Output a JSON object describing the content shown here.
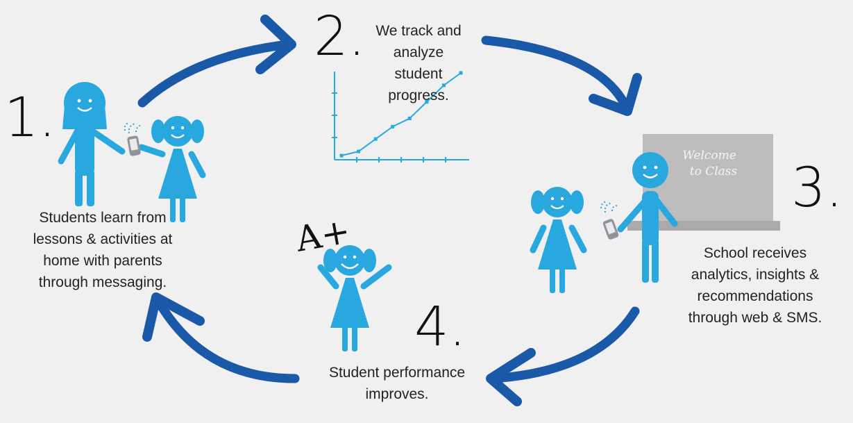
{
  "steps": [
    {
      "number": "1.",
      "caption": "Students learn from\nlessons & activities at\nhome with parents\nthrough messaging."
    },
    {
      "number": "2.",
      "caption": "We track and\nanalyze\nstudent\nprogress."
    },
    {
      "number": "3.",
      "caption": "School receives\nanalytics, insights &\nrecommendations\nthrough web & SMS."
    },
    {
      "number": "4.",
      "caption": "Student performance\nimproves."
    }
  ],
  "chalkboard": {
    "line1": "Welcome",
    "line2": "to Class"
  },
  "grade": "A+",
  "chart_data": {
    "type": "line",
    "title": "",
    "xlabel": "",
    "ylabel": "",
    "values": [
      0,
      0.5,
      2,
      3.5,
      4.5,
      6.5,
      8.5,
      10
    ]
  },
  "colors": {
    "figure": "#29a7df",
    "arrow": "#1a58a8",
    "board": "#bdbdbd",
    "board_tray": "#aaaaaa",
    "chart": "#29a7df"
  }
}
